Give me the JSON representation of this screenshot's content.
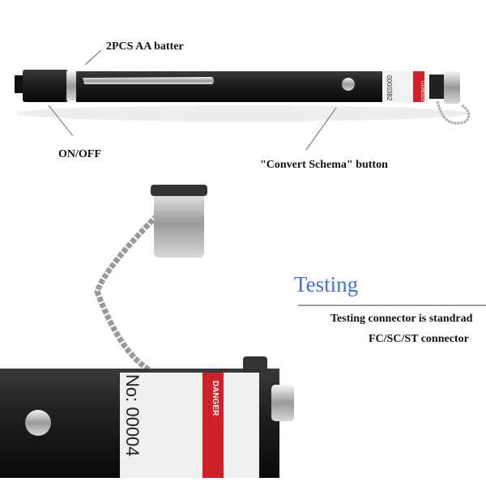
{
  "top": {
    "battery_label": "2PCS AA batter",
    "onoff_label": "ON/OFF",
    "button_label": "\"Convert Schema\" button",
    "pen_label_danger": "DANGER",
    "pen_serial": "0000382"
  },
  "bottom": {
    "heading": "Testing",
    "line1": "Testing connector is standrad",
    "line2": "FC/SC/ST connector",
    "pen_label_danger": "DANGER",
    "pen_serial": "No: 00004"
  },
  "colors": {
    "heading": "#3f6fe0",
    "pen_body": "#1a1a1a",
    "danger": "#d0202a"
  }
}
